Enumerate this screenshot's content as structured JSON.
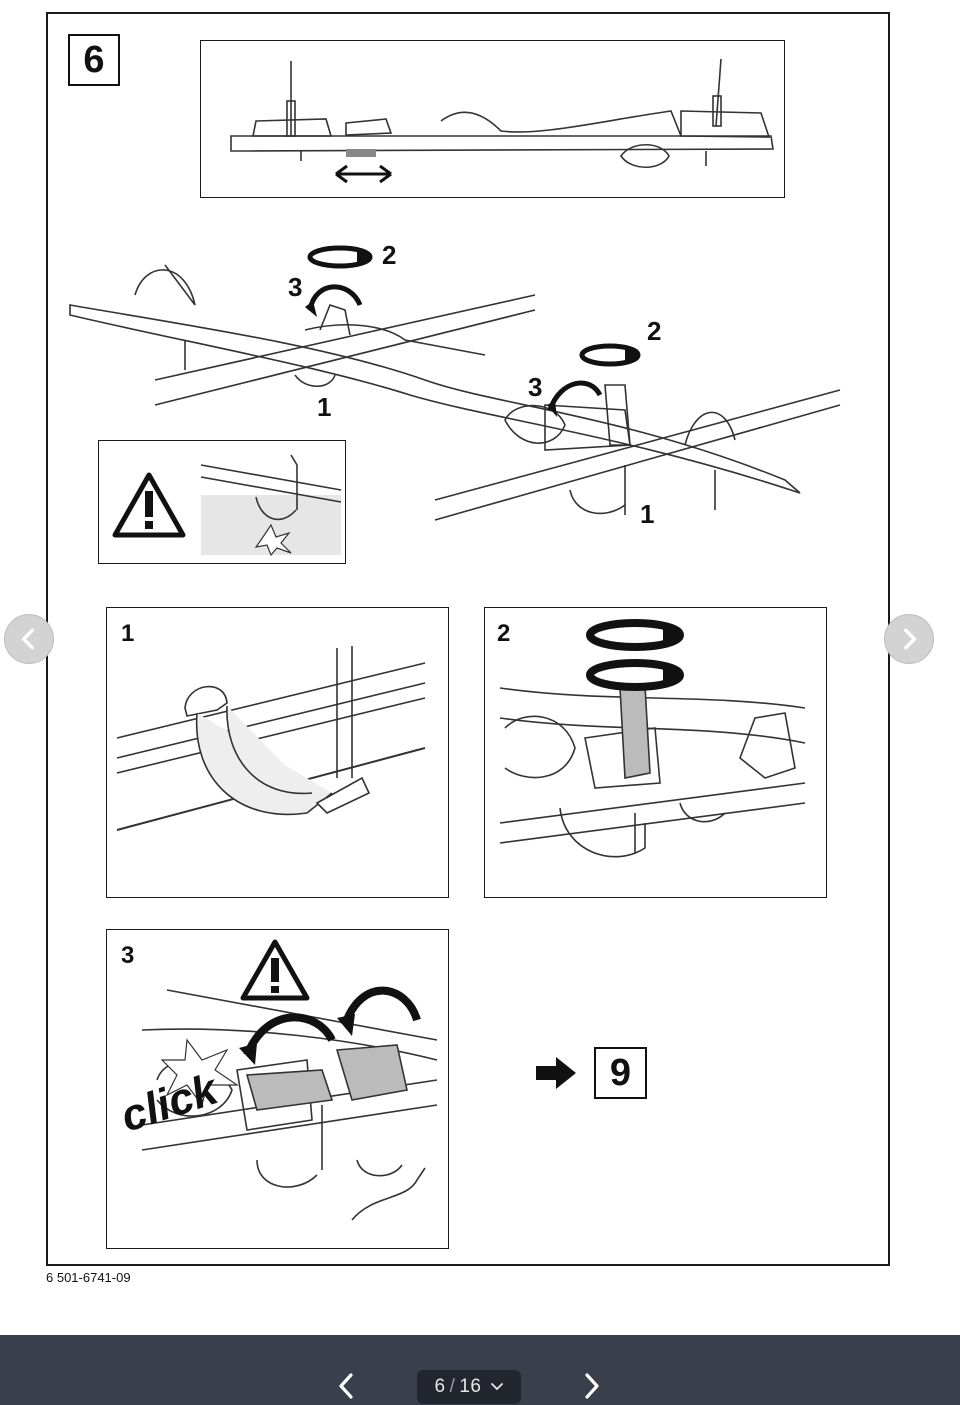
{
  "document": {
    "step_number": "6",
    "callouts": {
      "main_2a": "2",
      "main_3a": "3",
      "main_1a": "1",
      "main_2b": "2",
      "main_3b": "3",
      "main_1b": "1"
    },
    "panels": {
      "panel_1": "1",
      "panel_2": "2",
      "panel_3": "3"
    },
    "click_text": "click",
    "next_step": "9",
    "document_code": "6 501-6741-09"
  },
  "viewer": {
    "current_page": "6",
    "separator": "/",
    "total_pages": "16",
    "colors": {
      "bar": "#3b3f4b",
      "pill": "#23262e",
      "side_arrow": "#d3d3d3"
    },
    "icons": {
      "prev": "chevron-left-icon",
      "next": "chevron-right-icon",
      "dropdown": "chevron-down-icon"
    }
  }
}
